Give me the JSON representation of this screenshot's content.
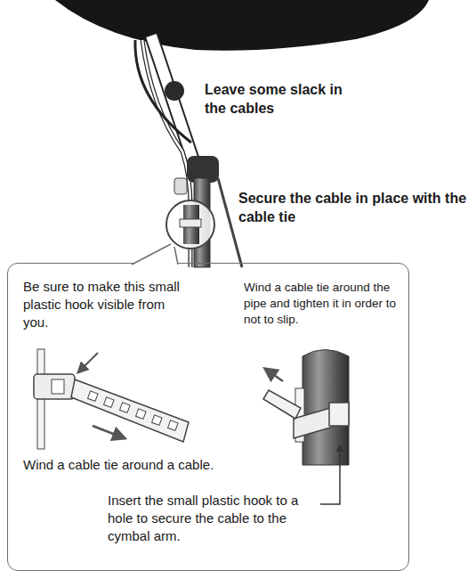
{
  "diagram": {
    "nodes": [
      {
        "text": [
          "Be sure to make this small plastic hook visible from you.",
          "Wind a cable tie around the pipe and tighten it in order to not to slip.",
          "Wind a cable tie around a cable.",
          "Insert the small plastic hook to a hole to secure the cable to the cymbal arm."
        ]
      }
    ],
    "labels": [
      "Leave some slack in the cables",
      "Secure the cable in place with the cable tie"
    ]
  }
}
